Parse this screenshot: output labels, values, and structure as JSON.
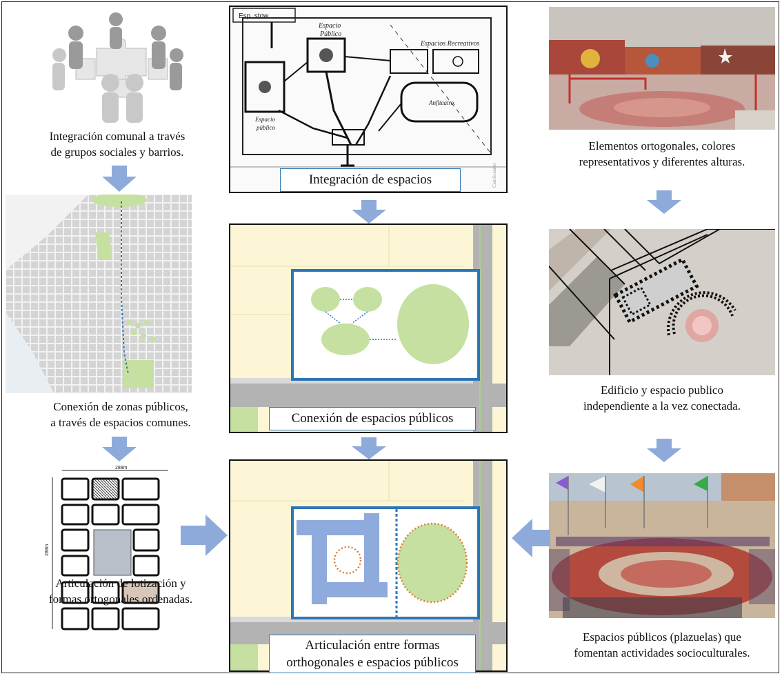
{
  "captions": {
    "community": "Integración comunal a través\nde grupos sociales y barrios.",
    "zones": "Conexión de zonas públicos,\na través de espacios comunes.",
    "lots": "Articulación de lotización y\nformas ortogonales ordenadas.",
    "elements": "Elementos ortogonales, colores\nrepresentativos y diferentes alturas.",
    "building": "Edificio y espacio publico\n independiente  a la vez conectada.",
    "plazas": "Espacios públicos (plazuelas) que\nfomentan actividades socioculturales."
  },
  "labels": {
    "integration": "Integración de espacios",
    "connection": "Conexión de espacios públicos",
    "articulation": "Articulación entre formas\northogonales e espacios públicos"
  },
  "sketch": {
    "espacio_publico_top": "Espacio\nPúblico",
    "espacio_publico_left": "Espacio\npúblico",
    "recreativos": "Espacios Recreativos",
    "anfiteatro": "Anfiteatro.",
    "header": "Esp. stow",
    "watermark": "CamScanner"
  },
  "lot_plan": {
    "width_label": "288m",
    "height_label": "288m"
  },
  "colors": {
    "arrow": "#8eaadb",
    "frame_blue": "#2e75b6",
    "green": "#c5e0a0",
    "block_blue": "#8faadc",
    "orange_dot": "#e07b39"
  }
}
